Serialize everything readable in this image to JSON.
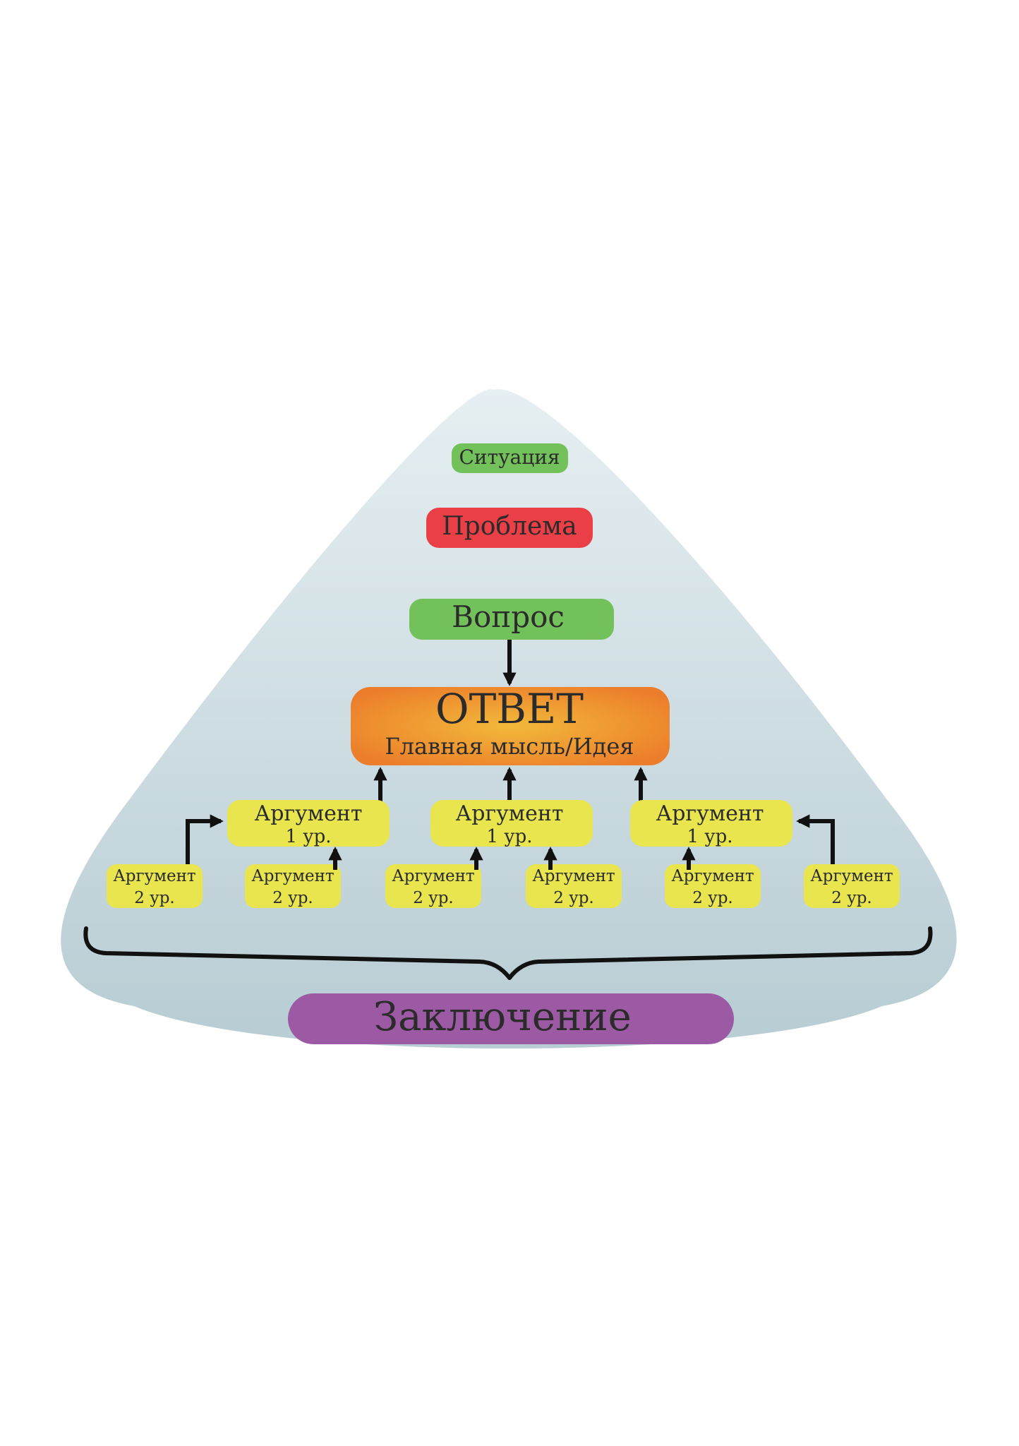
{
  "diagram": {
    "colors": {
      "background_top": "#e6eff2",
      "background_bottom": "#b7ccd3",
      "situation": "#72c15a",
      "problem": "#ea3f46",
      "question": "#72c15a",
      "answer_outer": "#ec7e2b",
      "answer_inner": "#f2b93a",
      "argument": "#e8e54e",
      "conclusion": "#9c5aa5",
      "lines": "#111111",
      "text": "#2b2b2b"
    },
    "situation": {
      "label": "Ситуация"
    },
    "problem": {
      "label": "Проблема"
    },
    "question": {
      "label": "Вопрос"
    },
    "answer": {
      "title": "ОТВЕТ",
      "subtitle": "Главная мысль/Идея"
    },
    "arguments_level1": [
      {
        "line1": "Аргумент",
        "line2": "1 ур."
      },
      {
        "line1": "Аргумент",
        "line2": "1 ур."
      },
      {
        "line1": "Аргумент",
        "line2": "1 ур."
      }
    ],
    "arguments_level2": [
      {
        "line1": "Аргумент",
        "line2": "2 ур."
      },
      {
        "line1": "Аргумент",
        "line2": "2 ур."
      },
      {
        "line1": "Аргумент",
        "line2": "2 ур."
      },
      {
        "line1": "Аргумент",
        "line2": "2 ур."
      },
      {
        "line1": "Аргумент",
        "line2": "2 ур."
      },
      {
        "line1": "Аргумент",
        "line2": "2 ур."
      }
    ],
    "conclusion": {
      "label": "Заключение"
    }
  }
}
